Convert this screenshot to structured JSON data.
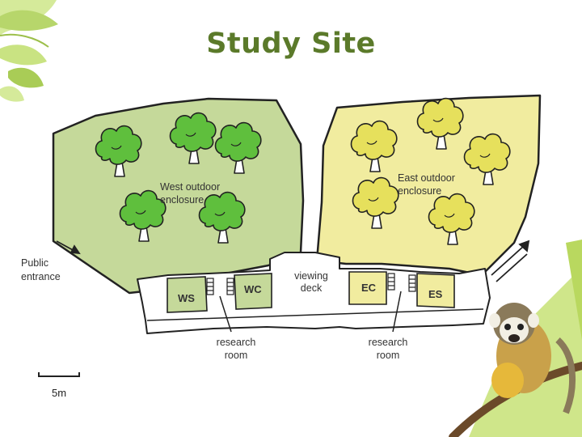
{
  "slide": {
    "title": "Study Site"
  },
  "map": {
    "west_label_1": "West outdoor",
    "west_label_2": "enclosure",
    "east_label_1": "East outdoor",
    "east_label_2": "enclosure",
    "entrance_label_1": "Public",
    "entrance_label_2": "entrance",
    "viewing_label_1": "viewing",
    "viewing_label_2": "deck",
    "research_left_1": "research",
    "research_left_2": "room",
    "research_right_1": "research",
    "research_right_2": "room",
    "room_ws": "WS",
    "room_wc": "WC",
    "room_ec": "EC",
    "room_es": "ES",
    "scale_label": "5m"
  },
  "colors": {
    "west_fill": "#c5d99a",
    "east_fill": "#f1ec9f",
    "tree_west": "#5fbf3d",
    "tree_east": "#e6e05c",
    "title": "#5b7a2a"
  }
}
